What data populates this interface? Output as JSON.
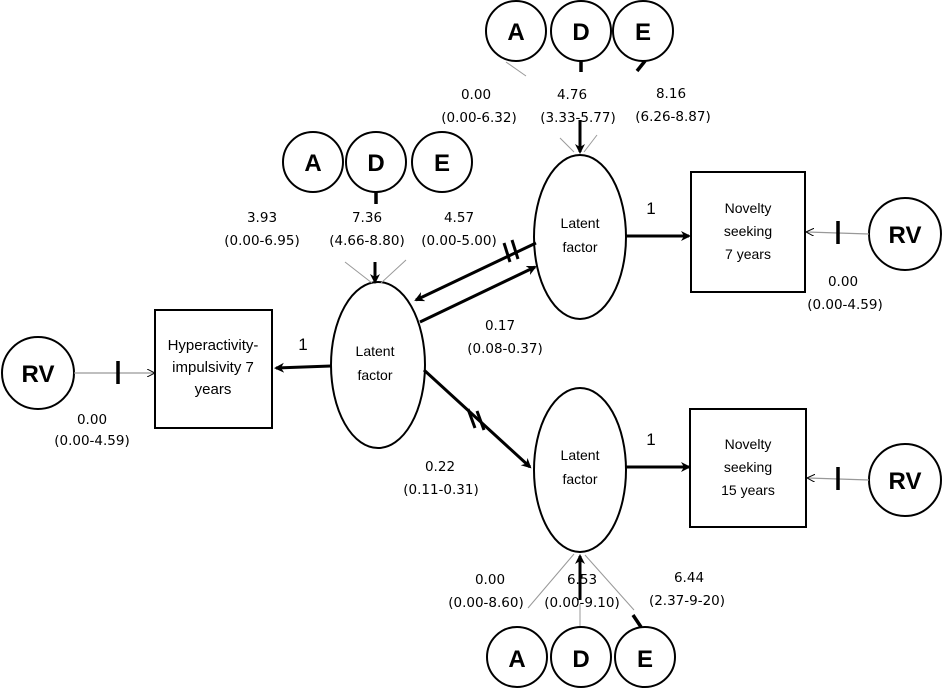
{
  "nodes": {
    "rv_left": "RV",
    "rv_top_right": "RV",
    "rv_bottom_right": "RV",
    "latent_label_line1": "Latent",
    "latent_label_line2": "factor",
    "hyperactivity_box": [
      "Hyperactivity-",
      "impulsivity 7",
      "years"
    ],
    "novelty7_box": [
      "Novelty",
      "seeking",
      "7 years"
    ],
    "novelty15_box": [
      "Novelty",
      "seeking",
      "15 years"
    ],
    "ade_a": "A",
    "ade_d": "D",
    "ade_e": "E"
  },
  "paths": {
    "loading": "1",
    "hyp_rv": {
      "value": "0.00",
      "ci": "(0.00-4.59)"
    },
    "nov7_rv": {
      "value": "0.00",
      "ci": "(0.00-4.59)"
    },
    "middle_a": {
      "value": "3.93",
      "ci": "(0.00-6.95)"
    },
    "middle_d": {
      "value": "7.36",
      "ci": "(4.66-8.80)"
    },
    "middle_e": {
      "value": "4.57",
      "ci": "(0.00-5.00)"
    },
    "top_a": {
      "value": "0.00",
      "ci": "(0.00-6.32)"
    },
    "top_d": {
      "value": "4.76",
      "ci": "(3.33-5.77)"
    },
    "top_e": {
      "value": "8.16",
      "ci": "(6.26-8.87)"
    },
    "bottom_a": {
      "value": "0.00",
      "ci": "(0.00-8.60)"
    },
    "bottom_d": {
      "value": "6.53",
      "ci": "(0.00-9.10)"
    },
    "bottom_e": {
      "value": "6.44",
      "ci": "(2.37-9-20)"
    },
    "cross_top": {
      "value": "0.17",
      "ci": "(0.08-0.37)"
    },
    "cross_bottom": {
      "value": "0.22",
      "ci": "(0.11-0.31)"
    }
  }
}
